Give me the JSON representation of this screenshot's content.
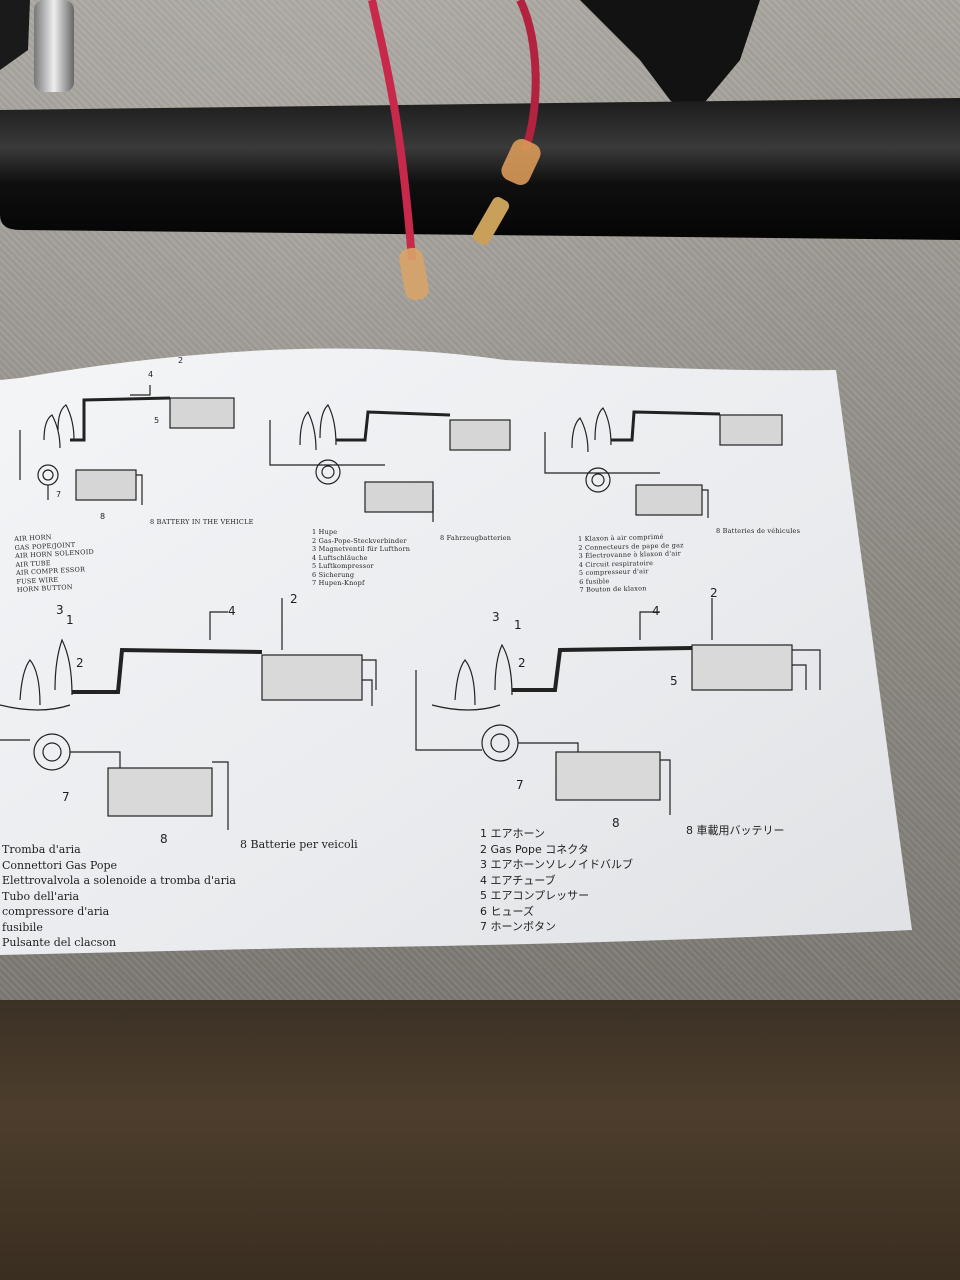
{
  "diagram_en": {
    "items": [
      "AIR HORN",
      "GAS POPE/JOINT",
      "AIR HORN SOLENOID",
      "AIR TUBE",
      "AIR COMPR ESSOR",
      "FUSE WIRE",
      "HORN BUTTON"
    ],
    "battery": "8   BATTERY IN THE VEHICLE"
  },
  "diagram_de": {
    "items": [
      "1  Hupe",
      "2  Gas-Pope-Steckverbinder",
      "3  Magnetventil für Lufthorn",
      "4  Luftschläuche",
      "5  Luftkompressor",
      "6  Sicherung",
      "7  Hupen-Knopf"
    ],
    "battery": "8   Fahrzeugbatterien"
  },
  "diagram_fr": {
    "items": [
      "1  Klaxon à air comprimé",
      "2  Connecteurs de pape de gaz",
      "3  Électrovanne à klaxon d'air",
      "4  Circuit respiratoire",
      "5  compresseur d'air",
      "6  fusible",
      "7  Bouton de klaxon"
    ],
    "battery": "8   Batteries de véhicules"
  },
  "diagram_it": {
    "items": [
      "Tromba d'aria",
      "Connettori Gas Pope",
      "Elettrovalvola a solenoide a tromba d'aria",
      "Tubo dell'aria",
      "compressore d'aria",
      "fusibile",
      "Pulsante del clacson"
    ],
    "battery": "8   Batterie per veicoli"
  },
  "diagram_jp": {
    "items": [
      "1   エアホーン",
      "2   Gas Pope コネクタ",
      "3   エアホーンソレノイドバルブ",
      "4   エアチューブ",
      "5   エアコンプレッサー",
      "6   ヒューズ",
      "7   ホーンボタン"
    ],
    "battery": "8   車載用バッテリー"
  },
  "callouts": [
    "1",
    "2",
    "3",
    "4",
    "5",
    "7",
    "8"
  ],
  "colors": {
    "cloth": "#9a968f",
    "paper": "#eef0f2",
    "ink": "#1f1f1f",
    "tube_black": "#141414",
    "wire_red": "#c8284a",
    "floor": "#463828"
  }
}
